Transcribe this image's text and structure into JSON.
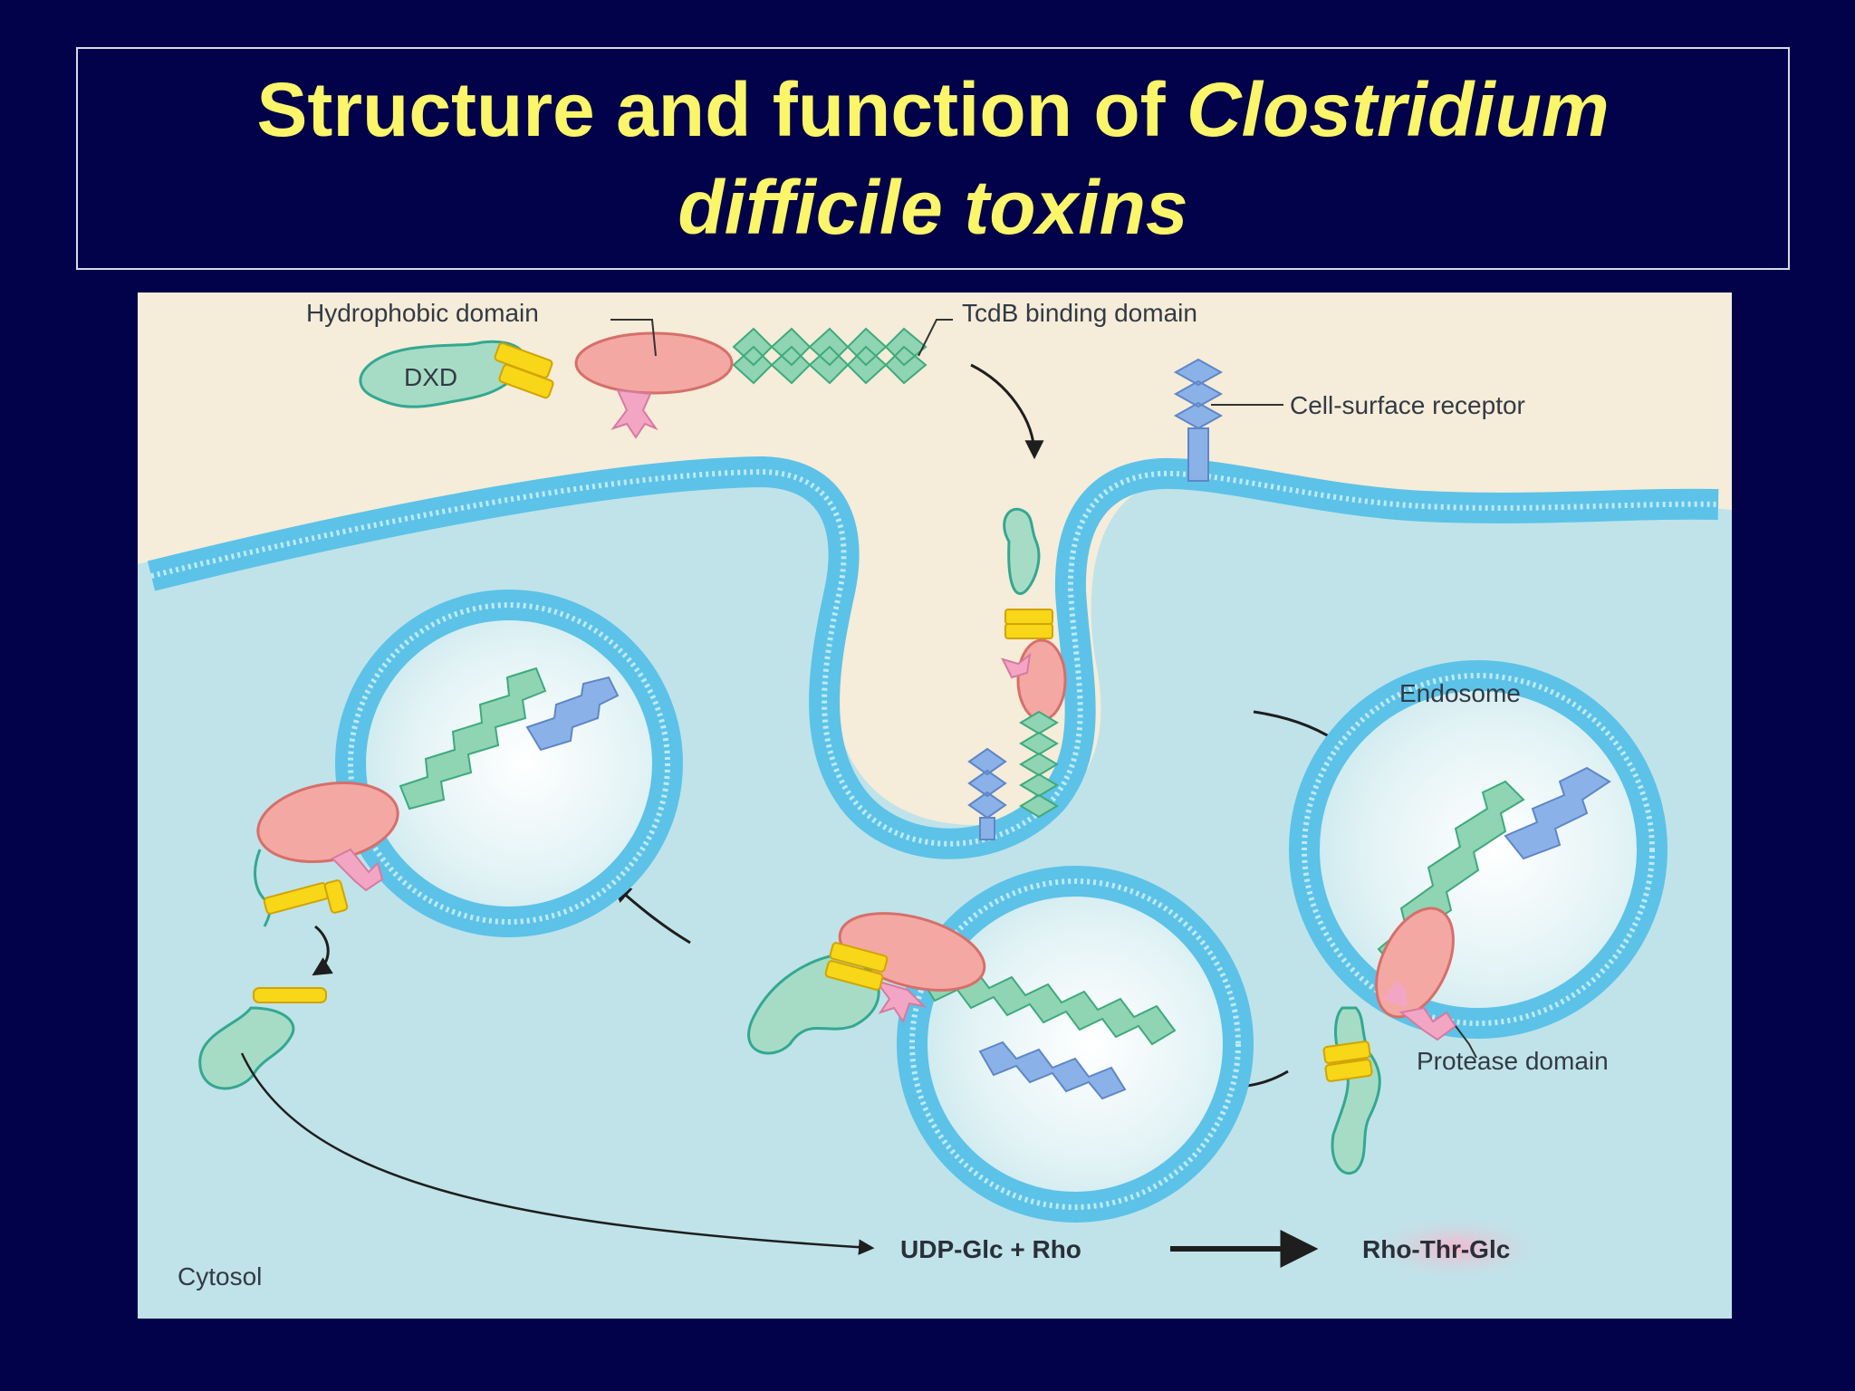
{
  "title": {
    "line1_plain": "Structure and function of ",
    "line1_italic": "Clostridium",
    "line2_italic": "difficile toxins"
  },
  "diagram": {
    "labels": {
      "hydrophobic_domain": "Hydrophobic domain",
      "tcdb_binding_domain": "TcdB binding domain",
      "dxd": "DXD",
      "cell_surface_receptor": "Cell-surface receptor",
      "endosome": "Endosome",
      "protease_domain": "Protease domain",
      "reaction_substrates": "UDP-Glc + Rho",
      "reaction_product": "Rho-Thr-Glc",
      "cytosol": "Cytosol"
    },
    "colors": {
      "extracellular": "#f5ecd9",
      "cytosol": "#bfe3e9",
      "membrane": "#5cc2e8",
      "hydrophobic_domain": "#f4a8a3",
      "binding_domain": "#8fd4b3",
      "receptor": "#8ab2e8",
      "dxd_domain": "#a6dcc6",
      "yellow_domain": "#f8d618",
      "protease_domain": "#f3a6c4"
    }
  }
}
